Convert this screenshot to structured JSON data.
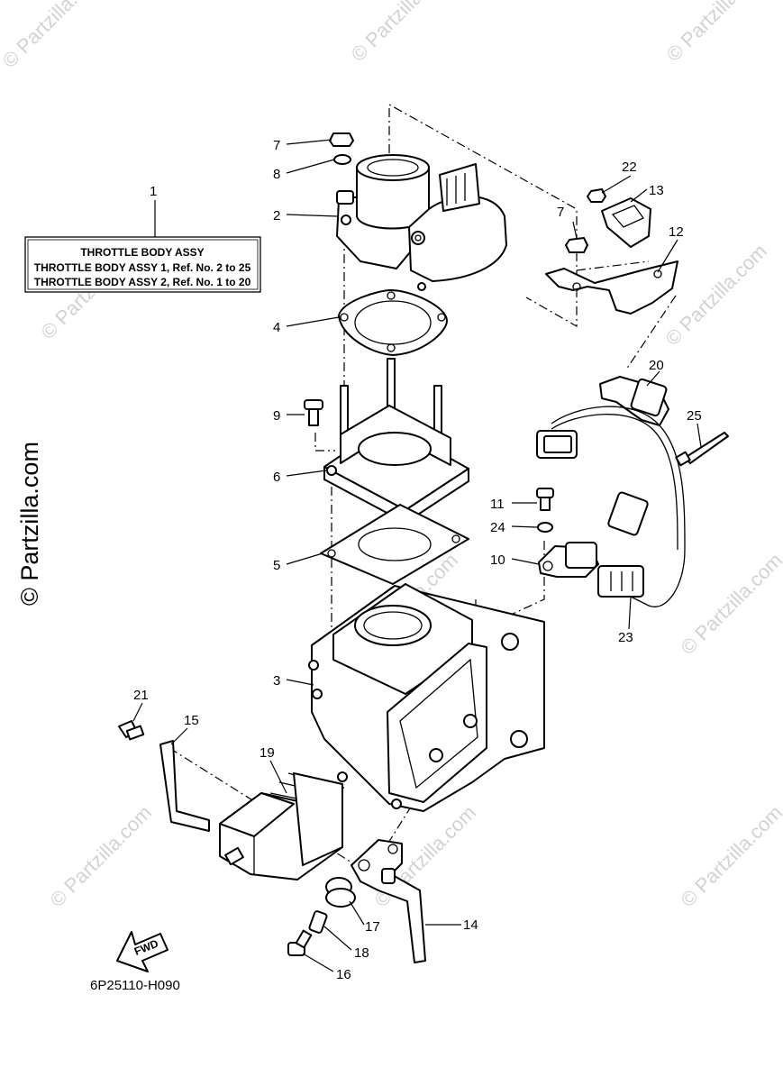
{
  "watermark": "© Partzilla.com",
  "legend_box": {
    "title": "THROTTLE BODY ASSY",
    "line1": "THROTTLE BODY ASSY 1,  Ref. No. 2 to 25",
    "line2": "THROTTLE BODY ASSY 2,  Ref. No. 1 to 20"
  },
  "callouts": {
    "c1": "1",
    "c2": "2",
    "c3": "3",
    "c4": "4",
    "c5": "5",
    "c6": "6",
    "c7a": "7",
    "c7b": "7",
    "c8": "8",
    "c9": "9",
    "c10": "10",
    "c11": "11",
    "c12": "12",
    "c13": "13",
    "c14": "14",
    "c15": "15",
    "c16": "16",
    "c17": "17",
    "c18": "18",
    "c19": "19",
    "c20": "20",
    "c21": "21",
    "c22": "22",
    "c23": "23",
    "c24": "24",
    "c25": "25"
  },
  "fwd_label": "FWD",
  "diagram_code": "6P25110-H090"
}
